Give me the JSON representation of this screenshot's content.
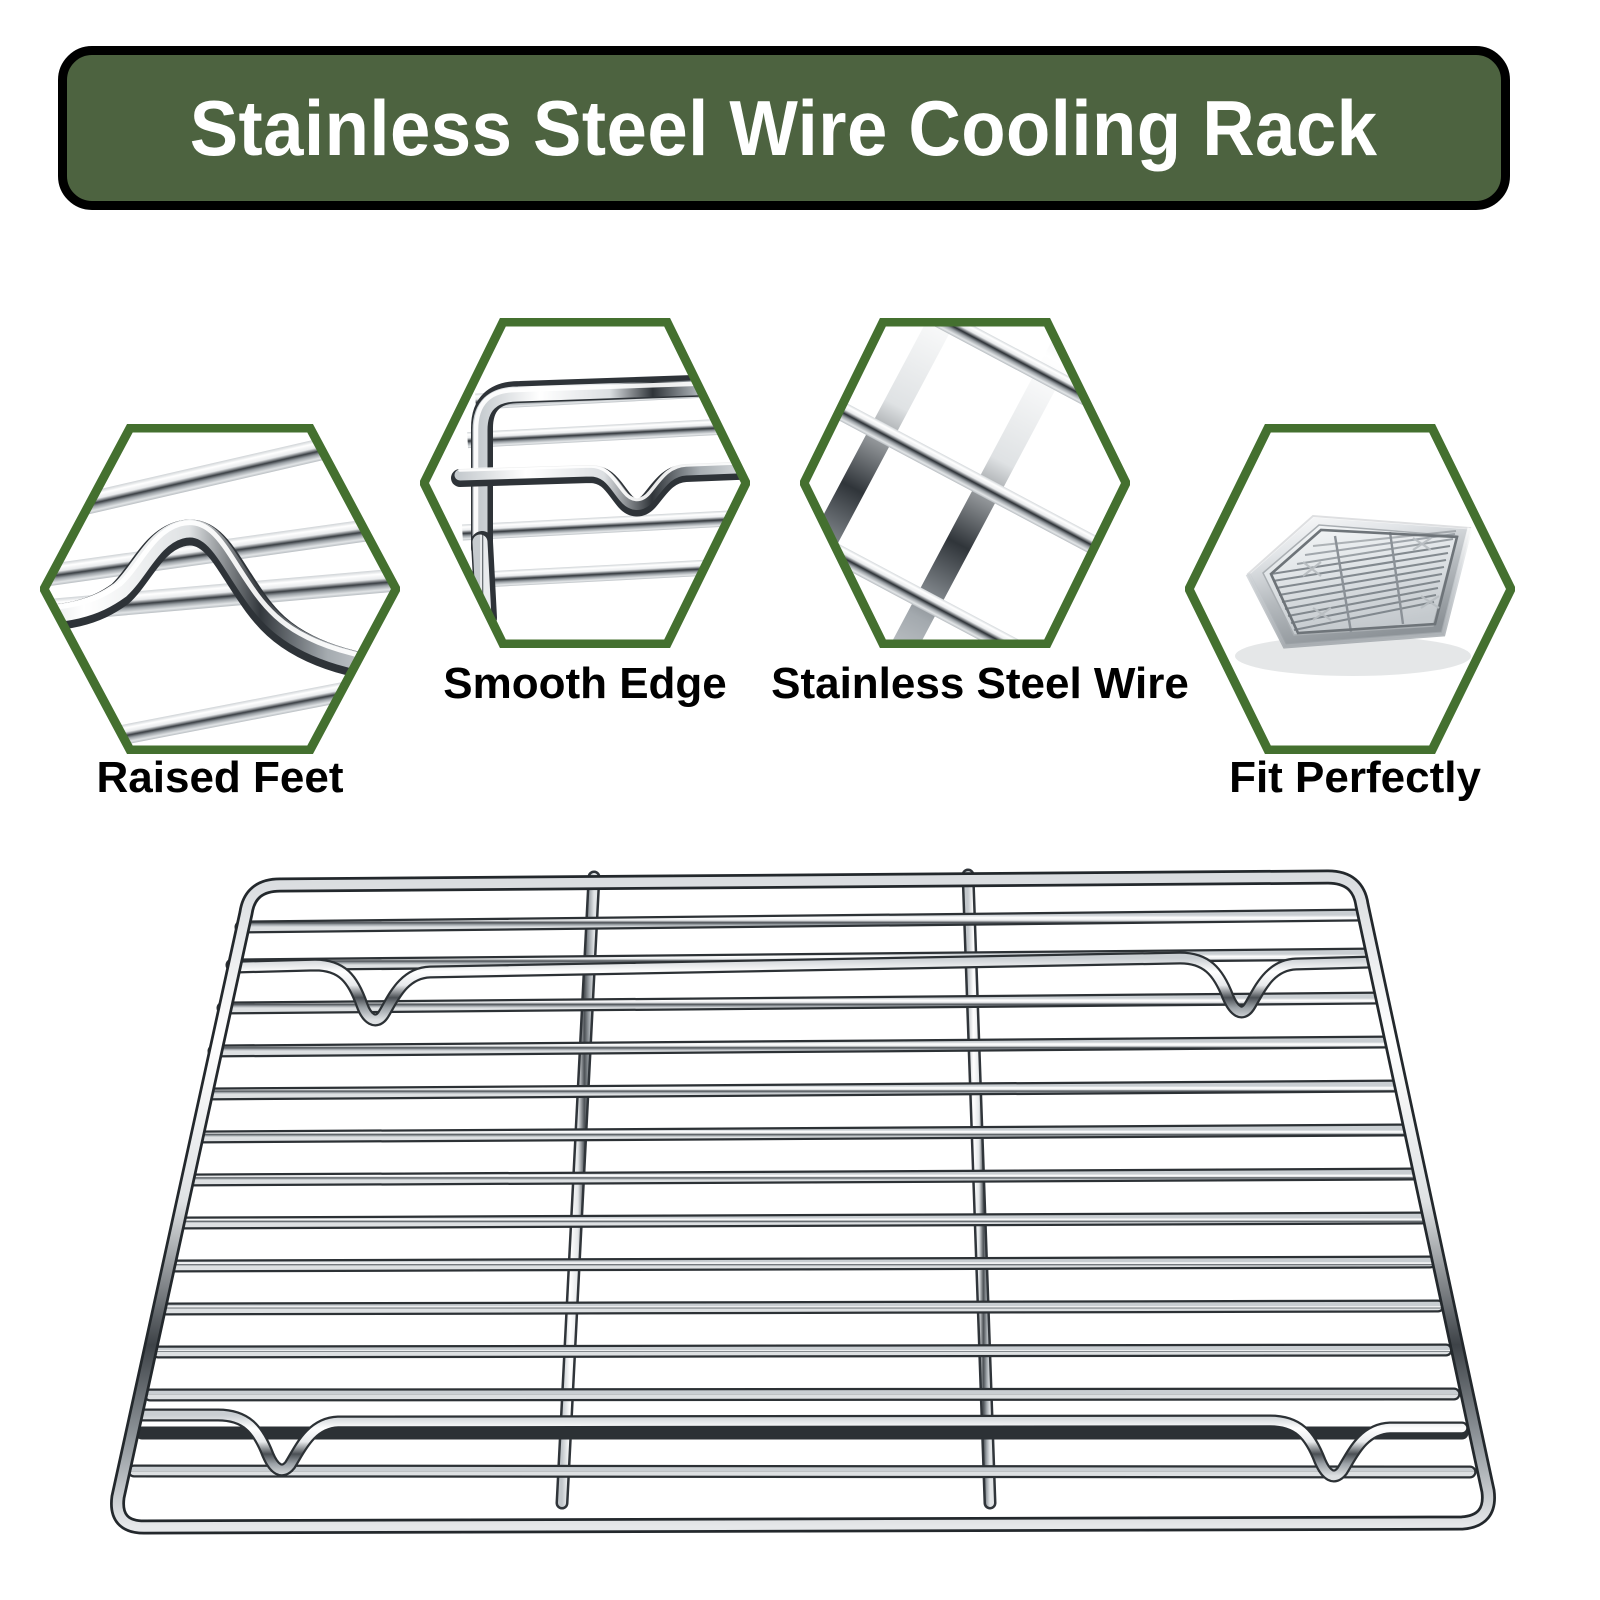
{
  "header": {
    "title": "Stainless Steel Wire Cooling Rack",
    "banner_bg": "#4d6340",
    "banner_border": "#000000",
    "title_color": "#ffffff"
  },
  "theme": {
    "hexagon_outline": "#44702f",
    "metal_light": "#f2f3f4",
    "metal_mid": "#a8adb2",
    "metal_dark": "#2b2f33",
    "background": "#ffffff"
  },
  "features": [
    {
      "label": "Raised Feet",
      "icon": "raised-feet-wire-closeup-icon"
    },
    {
      "label": "Smooth Edge",
      "icon": "smooth-edge-wire-closeup-icon"
    },
    {
      "label": "Stainless Steel Wire",
      "icon": "stainless-steel-wire-mesh-closeup-icon"
    },
    {
      "label": "Fit Perfectly",
      "icon": "baking-tray-with-rack-icon"
    }
  ],
  "main_product": {
    "name": "stainless-steel-wire-cooling-rack",
    "horizontal_wire_count": 16,
    "vertical_wire_count": 2,
    "foot_count": 4
  }
}
